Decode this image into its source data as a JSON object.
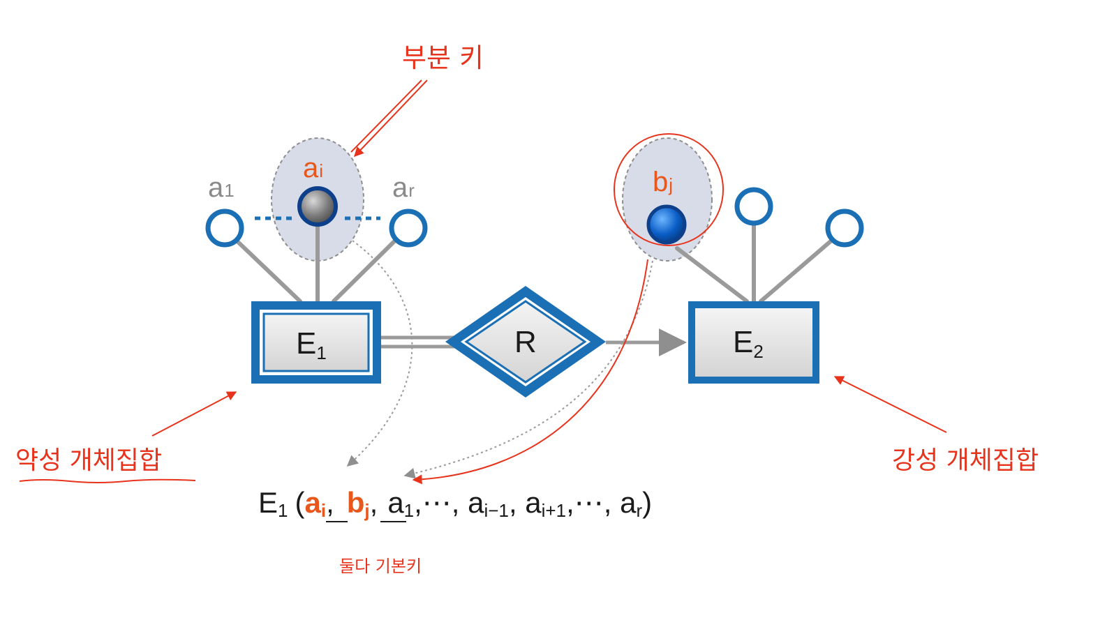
{
  "annotations": {
    "partial_key": "부분 키",
    "weak_entity_set": "약성 개체집합",
    "strong_entity_set": "강성 개체집합",
    "both_primary": "둘다 기본키"
  },
  "entities": {
    "e1": {
      "main": "E",
      "sub": "1"
    },
    "e2": {
      "main": "E",
      "sub": "2"
    }
  },
  "relationship": {
    "label": "R"
  },
  "attributes": {
    "a1": {
      "main": "a",
      "sub": "1"
    },
    "ai": {
      "main": "a",
      "sub": "i"
    },
    "ar": {
      "main": "a",
      "sub": "r"
    },
    "bj": {
      "main": "b",
      "sub": "j"
    }
  },
  "formula": {
    "name": "E",
    "name_sub": "1",
    "open": "(",
    "key1": "a",
    "key1_sub": "i",
    "sep1": ",",
    "key2": "b",
    "key2_sub": "j",
    "sep2": ",",
    "t3": "a",
    "t3_sub": "1",
    "t4": ",⋯, ",
    "t5": "a",
    "t5_sub": "i−1",
    "t6": ", ",
    "t7": "a",
    "t7_sub": "i+1",
    "t8": ",⋯, ",
    "t9": "a",
    "t9_sub": "r",
    "close": ")"
  },
  "colors": {
    "accent_blue": "#1a6fb5",
    "annotation_red": "#e8331c",
    "key_orange": "#e8571c",
    "line_grey": "#9a9a9a"
  }
}
